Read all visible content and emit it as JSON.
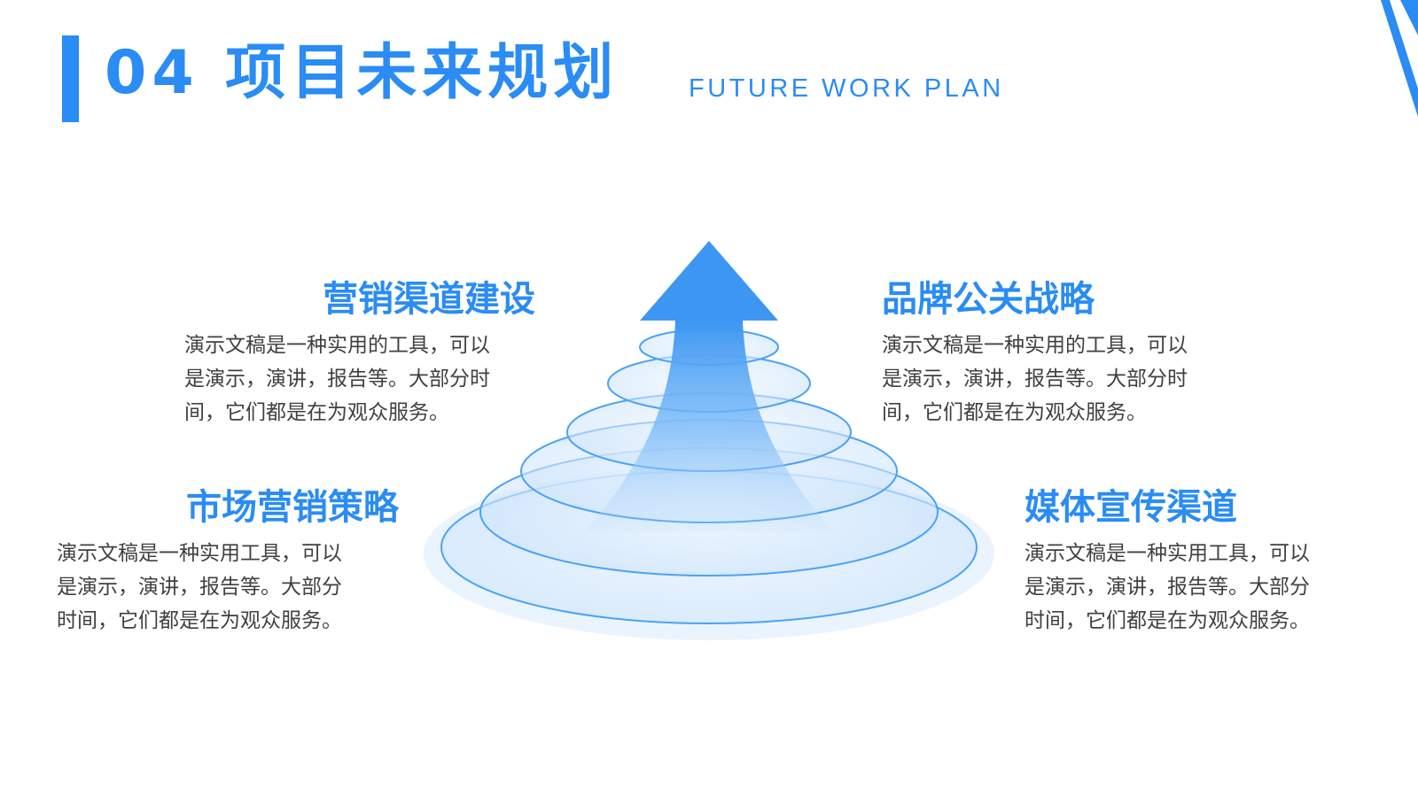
{
  "header": {
    "title": "04 项目未来规划",
    "subtitle": "FUTURE WORK PLAN",
    "accent_color": "#2A8CF4"
  },
  "graphic": {
    "icon": "arrow-up-cone-icon",
    "colors": {
      "stroke": "#4AA3F5",
      "fill_light": "#E3F0FD",
      "arrow": "#3D96F2"
    }
  },
  "blocks": [
    {
      "heading": "营销渠道建设",
      "lines": [
        "演示文稿是一种实用的工具，可以",
        "是演示，演讲，报告等。大部分时",
        "间，它们都是在为观众服务。"
      ]
    },
    {
      "heading": "品牌公关战略",
      "lines": [
        "演示文稿是一种实用的工具，可以",
        "是演示，演讲，报告等。大部分时",
        "间，它们都是在为观众服务。"
      ]
    },
    {
      "heading": "市场营销策略",
      "lines": [
        "演示文稿是一种实用工具，可以",
        "是演示，演讲，报告等。大部分",
        "时间，它们都是在为观众服务。"
      ]
    },
    {
      "heading": "媒体宣传渠道",
      "lines": [
        "演示文稿是一种实用工具，可以",
        "是演示，演讲，报告等。大部分",
        "时间，它们都是在为观众服务。"
      ]
    }
  ]
}
